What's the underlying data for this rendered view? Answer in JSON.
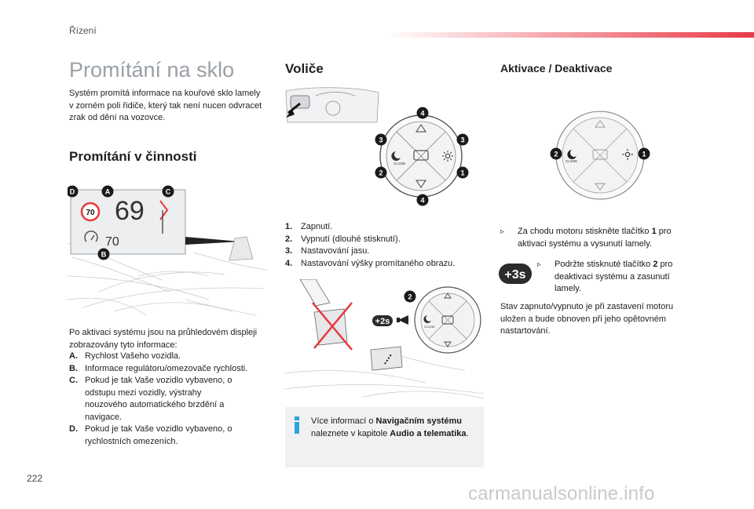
{
  "header": {
    "section": "Řízení"
  },
  "left": {
    "title": "Promítání na sklo",
    "intro": "Systém promítá informace na kouřové sklo lamely v zorném poli řidiče, který tak není nucen odvracet zrak od dění na vozovce.",
    "subtitle": "Promítání v činnosti",
    "hud": {
      "speed": "69",
      "limit_sign": "70",
      "cruise_value": "70",
      "markers": [
        "A",
        "B",
        "C",
        "D"
      ]
    },
    "description": "Po aktivaci systému jsou na průhledovém displeji zobrazovány tyto informace:",
    "items": [
      {
        "key": "A.",
        "text": "Rychlost Vašeho vozidla."
      },
      {
        "key": "B.",
        "text": "Informace regulátoru/omezovače rychlosti."
      },
      {
        "key": "C.",
        "text": "Pokud je tak Vaše vozidlo vybaveno, o odstupu mezi vozidly, výstrahy nouzového automatického brzdění a navigace."
      },
      {
        "key": "D.",
        "text": "Pokud je tak Vaše vozidlo vybaveno, o rychlostních omezeních."
      }
    ]
  },
  "middle": {
    "title": "Voliče",
    "button_numbers": [
      "1",
      "2",
      "3",
      "4"
    ],
    "close_label": "CLOSE",
    "items": [
      {
        "key": "1.",
        "text": "Zapnutí."
      },
      {
        "key": "2.",
        "text": "Vypnutí (dlouhé stisknutí)."
      },
      {
        "key": "3.",
        "text": "Nastavování jasu."
      },
      {
        "key": "4.",
        "text": "Nastavování výšky promítaného obrazu."
      }
    ],
    "hold_label": "+2s",
    "info": {
      "prefix": "Více informací o ",
      "bold1": "Navigačním systému",
      "middle": " naleznete v kapitole ",
      "bold2": "Audio a telematika",
      "suffix": "."
    }
  },
  "right": {
    "title": "Aktivace / Deaktivace",
    "bullet1": {
      "pre": "Za chodu motoru stiskněte tlačítko ",
      "bold": "1",
      "post": " pro aktivaci systému a vysunutí lamely."
    },
    "hold_label": "+3s",
    "bullet2": {
      "pre": "Podržte stisknuté tlačítko ",
      "bold": "2",
      "post": " pro deaktivaci systému a zasunutí lamely."
    },
    "footer": "Stav zapnuto/vypnuto je při zastavení motoru uložen a bude obnoven při jeho opětovném nastartování."
  },
  "footer": {
    "page": "222",
    "watermark": "carmanualsonline.info"
  }
}
